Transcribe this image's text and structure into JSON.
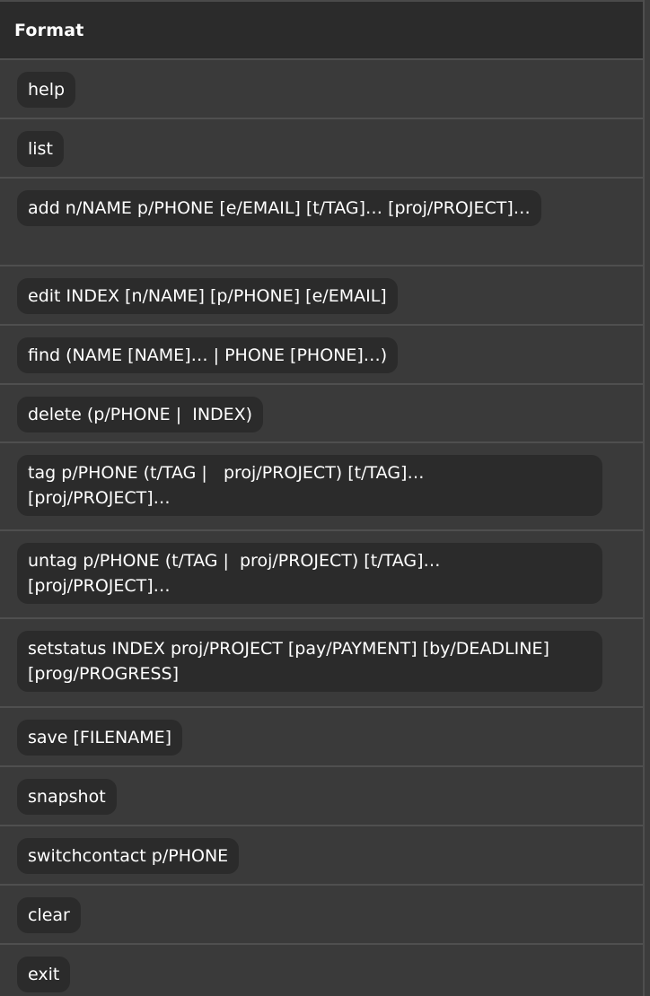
{
  "table": {
    "header": "Format",
    "rows": [
      {
        "text": "help"
      },
      {
        "text": "list"
      },
      {
        "text": "add n/NAME p/PHONE [e/EMAIL] [t/TAG]… [proj/PROJECT]…"
      },
      {
        "text": "edit INDEX [n/NAME] [p/PHONE] [e/EMAIL]"
      },
      {
        "text": "find (NAME [NAME]… | PHONE [PHONE]…)"
      },
      {
        "text": "delete (p/PHONE |  INDEX)"
      },
      {
        "text": "tag p/PHONE (t/TAG |   proj/PROJECT) [t/TAG]…\n[proj/PROJECT]…"
      },
      {
        "text": "untag p/PHONE (t/TAG |  proj/PROJECT) [t/TAG]…\n[proj/PROJECT]…"
      },
      {
        "text": "setstatus INDEX proj/PROJECT [pay/PAYMENT] [by/DEADLINE]\n[prog/PROGRESS]"
      },
      {
        "text": "save [FILENAME]"
      },
      {
        "text": "snapshot"
      },
      {
        "text": "switchcontact p/PHONE"
      },
      {
        "text": "clear"
      },
      {
        "text": "exit"
      }
    ]
  }
}
